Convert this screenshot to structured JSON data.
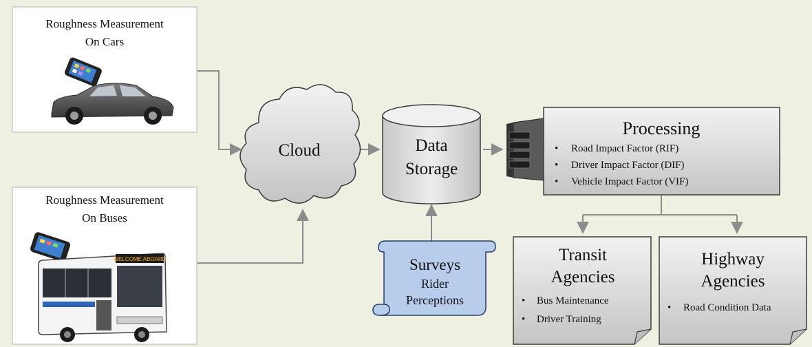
{
  "sources": {
    "cars": {
      "title_line1": "Roughness Measurement",
      "title_line2": "On Cars"
    },
    "buses": {
      "title_line1": "Roughness Measurement",
      "title_line2": "On Buses"
    }
  },
  "cloud": {
    "label": "Cloud"
  },
  "storage": {
    "line1": "Data",
    "line2": "Storage"
  },
  "surveys": {
    "title": "Surveys",
    "line1": "Rider",
    "line2": "Perceptions"
  },
  "processing": {
    "title": "Processing",
    "items": [
      "Road Impact Factor (RIF)",
      "Driver Impact Factor (DIF)",
      "Vehicle Impact Factor (VIF)"
    ]
  },
  "transit": {
    "line1": "Transit",
    "line2": "Agencies",
    "items": [
      "Bus Maintenance",
      "Driver Training"
    ]
  },
  "highway": {
    "line1": "Highway",
    "line2": "Agencies",
    "items": [
      "Road Condition Data"
    ]
  },
  "bus_sign": {
    "text": "WELCOME ABOARD"
  },
  "colors": {
    "background": "#eef0e2",
    "box_fill": "#d9d9d9",
    "survey_fill": "#b8ccec",
    "arrow": "#8c8c8c",
    "source_fill": "#ffffff"
  }
}
